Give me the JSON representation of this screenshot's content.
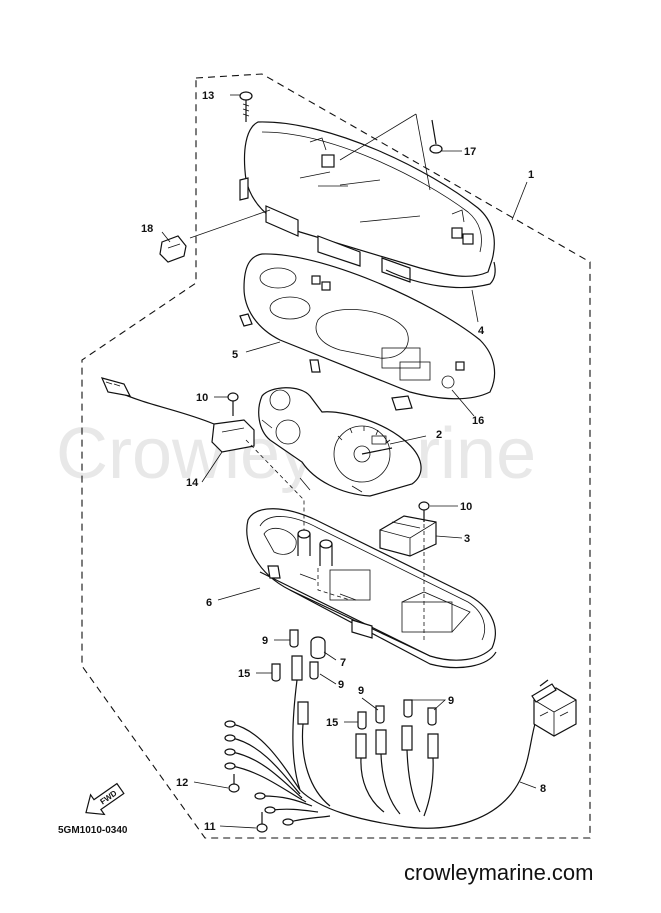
{
  "watermark": "CrowleyMarine",
  "website": "crowleymarine.com",
  "diagram_code": "5GM1010-0340",
  "direction_label": "FWD",
  "callouts": {
    "c1": "1",
    "c2": "2",
    "c3": "3",
    "c4": "4",
    "c5": "5",
    "c6": "6",
    "c7": "7",
    "c8": "8",
    "c9a": "9",
    "c9b": "9",
    "c9c": "9",
    "c9d": "9",
    "c10a": "10",
    "c10b": "10",
    "c11": "11",
    "c12": "12",
    "c13": "13",
    "c14": "14",
    "c15a": "15",
    "c15b": "15",
    "c16": "16",
    "c17": "17",
    "c18": "18"
  }
}
